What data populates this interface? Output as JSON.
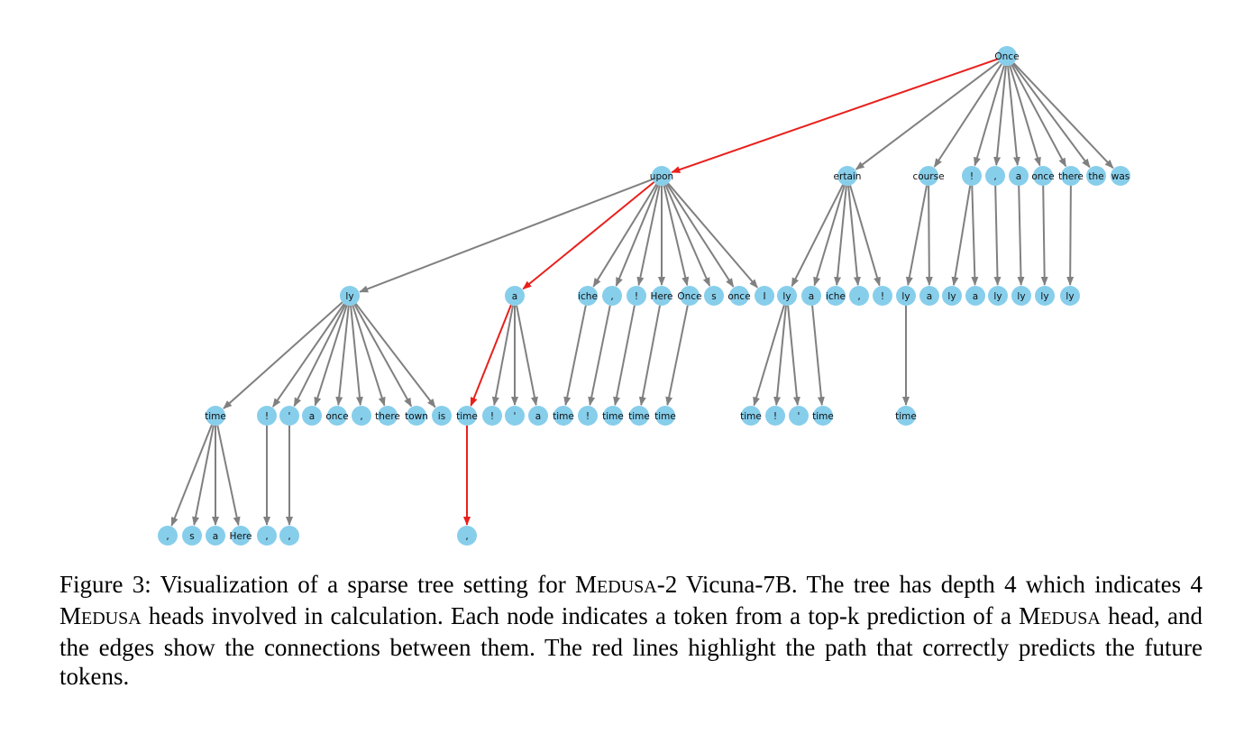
{
  "figure": {
    "colors": {
      "node": "#87ceeb",
      "edge": "#808080",
      "highlight": "#e8201c"
    },
    "tree": {
      "id": "n_once",
      "label": "Once",
      "children": [
        {
          "id": "n_upon",
          "label": "upon",
          "hl": true,
          "children": [
            {
              "id": "n_ly1",
              "label": "ly",
              "children": [
                {
                  "id": "n_time1",
                  "label": "time",
                  "children": [
                    {
                      "id": "n_c1",
                      "label": ","
                    },
                    {
                      "id": "n_s1",
                      "label": "s"
                    },
                    {
                      "id": "n_a1",
                      "label": "a"
                    },
                    {
                      "id": "n_here1",
                      "label": "Here"
                    }
                  ]
                },
                {
                  "id": "n_ex1",
                  "label": "!",
                  "children": [
                    {
                      "id": "n_c2",
                      "label": ","
                    }
                  ]
                },
                {
                  "id": "n_q1",
                  "label": "'",
                  "children": [
                    {
                      "id": "n_c3",
                      "label": ","
                    }
                  ]
                },
                {
                  "id": "n_a2",
                  "label": "a"
                },
                {
                  "id": "n_once2",
                  "label": "once"
                },
                {
                  "id": "n_c4",
                  "label": ","
                },
                {
                  "id": "n_there1",
                  "label": "there"
                },
                {
                  "id": "n_town1",
                  "label": "town"
                },
                {
                  "id": "n_is1",
                  "label": "is"
                }
              ]
            },
            {
              "id": "n_a3",
              "label": "a",
              "hl": true,
              "children": [
                {
                  "id": "n_time2",
                  "label": "time",
                  "hl": true,
                  "children": [
                    {
                      "id": "n_c5",
                      "label": ",",
                      "hl": true
                    }
                  ]
                },
                {
                  "id": "n_ex2",
                  "label": "!"
                },
                {
                  "id": "n_q2",
                  "label": "'"
                },
                {
                  "id": "n_a4",
                  "label": "a"
                }
              ]
            },
            {
              "id": "n_iche1",
              "label": "iche",
              "children": [
                {
                  "id": "n_time3",
                  "label": "time"
                }
              ]
            },
            {
              "id": "n_c6",
              "label": ",",
              "children": [
                {
                  "id": "n_ex3",
                  "label": "!"
                }
              ]
            },
            {
              "id": "n_ex4",
              "label": "!",
              "children": [
                {
                  "id": "n_time4",
                  "label": "time"
                }
              ]
            },
            {
              "id": "n_here2",
              "label": "Here",
              "children": [
                {
                  "id": "n_time5",
                  "label": "time"
                }
              ]
            },
            {
              "id": "n_once3",
              "label": "Once",
              "children": [
                {
                  "id": "n_time6",
                  "label": "time"
                }
              ]
            },
            {
              "id": "n_s2",
              "label": "s"
            },
            {
              "id": "n_once4",
              "label": "once"
            },
            {
              "id": "n_i1",
              "label": "I"
            }
          ]
        },
        {
          "id": "n_ertain",
          "label": "ertain",
          "children": [
            {
              "id": "n_ly2",
              "label": "ly",
              "children": [
                {
                  "id": "n_time7",
                  "label": "time"
                },
                {
                  "id": "n_ex5",
                  "label": "!"
                },
                {
                  "id": "n_q3",
                  "label": "'"
                }
              ]
            },
            {
              "id": "n_a5",
              "label": "a",
              "children": [
                {
                  "id": "n_time8",
                  "label": "time"
                }
              ]
            },
            {
              "id": "n_iche2",
              "label": "iche"
            },
            {
              "id": "n_c7",
              "label": ","
            },
            {
              "id": "n_ex6",
              "label": "!"
            }
          ]
        },
        {
          "id": "n_course",
          "label": "course",
          "children": [
            {
              "id": "n_ly3",
              "label": "ly",
              "children": [
                {
                  "id": "n_time9",
                  "label": "time"
                }
              ]
            },
            {
              "id": "n_a6",
              "label": "a"
            }
          ]
        },
        {
          "id": "n_ex7",
          "label": "!",
          "children": [
            {
              "id": "n_ly4",
              "label": "ly"
            },
            {
              "id": "n_a7",
              "label": "a"
            }
          ]
        },
        {
          "id": "n_c8",
          "label": ",",
          "children": [
            {
              "id": "n_ly5",
              "label": "ly"
            }
          ]
        },
        {
          "id": "n_a8",
          "label": "a",
          "children": [
            {
              "id": "n_ly6",
              "label": "ly"
            }
          ]
        },
        {
          "id": "n_once5",
          "label": "once",
          "children": [
            {
              "id": "n_ly7",
              "label": "ly"
            }
          ]
        },
        {
          "id": "n_there2",
          "label": "there",
          "children": [
            {
              "id": "n_ly8",
              "label": "ly"
            }
          ]
        },
        {
          "id": "n_the",
          "label": "the"
        },
        {
          "id": "n_was",
          "label": "was"
        }
      ]
    }
  },
  "caption": {
    "prefix": "Figure 3: Visualization of a sparse tree setting for ",
    "m1_big": "M",
    "m1_small": "EDUSA",
    "mid1": "-2 Vicuna-7B. The tree has depth 4 which indicates 4 ",
    "m2_big": "M",
    "m2_small": "EDUSA",
    "mid2": " heads involved in calculation. Each node indicates a token from a top-k prediction of a ",
    "m3_big": "M",
    "m3_small": "EDUSA",
    "suffix": " head, and the edges show the connections between them.  The red lines highlight the path that correctly predicts the future tokens."
  }
}
